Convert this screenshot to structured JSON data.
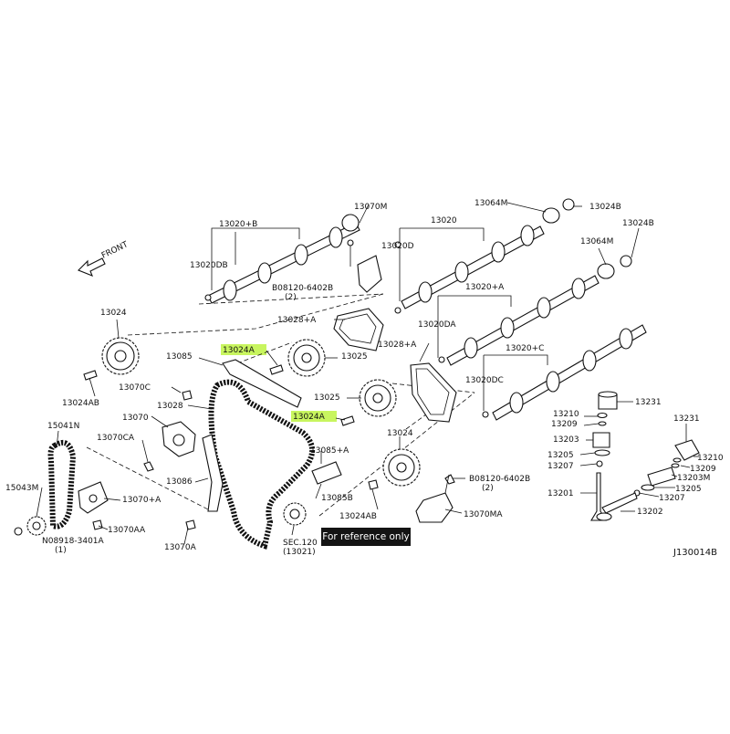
{
  "diagram": {
    "code": "J130014B",
    "front_label": "FRONT",
    "reference_note": "For reference only",
    "highlight_color": "#b6f22a",
    "labels": {
      "p13070M": "13070M",
      "p13020B": "13020+B",
      "p13020DB": "13020DB",
      "p08120_6402B_top": "B08120-6402B",
      "qty_top_b": "(2)",
      "p13020": "13020",
      "p13020D": "13020D",
      "p13064M_1": "13064M",
      "p13024B_1": "13024B",
      "p13024B_2": "13024B",
      "p13064M_2": "13064M",
      "p13020A_1": "13020+A",
      "p13028A_1": "13028+A",
      "p13020DA": "13020DA",
      "p13020C": "13020+C",
      "p13028A_2": "13028+A",
      "p13020DC": "13020DC",
      "p13024": "13024",
      "p13085": "13085",
      "p13024A_1": "13024A",
      "p13025_1": "13025",
      "p13024AB": "13024AB",
      "p13070C": "13070C",
      "p13028": "13028",
      "p13025_2": "13025",
      "p13024A_2": "13024A",
      "p13024_2": "13024",
      "p15041N": "15041N",
      "p13070": "13070",
      "p13070CA": "13070CA",
      "p13085A": "13085+A",
      "p13086": "13086",
      "p15043M": "15043M",
      "p13070A_plus": "13070+A",
      "p13085B": "13085B",
      "p13070AA": "13070AA",
      "p13070A": "13070A",
      "pSEC120": "SEC.120",
      "pSEC120_sub": "(13021)",
      "p08918_3401A": "N08918-3401A",
      "qty_n": "(1)",
      "p13024AB_2": "13024AB",
      "p08120_6402B_bot": "B08120-6402B",
      "qty_bot_b": "(2)",
      "p13070MA": "13070MA",
      "p13231_1": "13231",
      "p13210_1": "13210",
      "p13209_1": "13209",
      "p13203": "13203",
      "p13205_1": "13205",
      "p13207_1": "13207",
      "p13201": "13201",
      "p13231_2": "13231",
      "p13210_2": "13210",
      "p13209_2": "13209",
      "p13203M": "13203M",
      "p13205_2": "13205",
      "p13207_2": "13207",
      "p13202": "13202"
    }
  }
}
